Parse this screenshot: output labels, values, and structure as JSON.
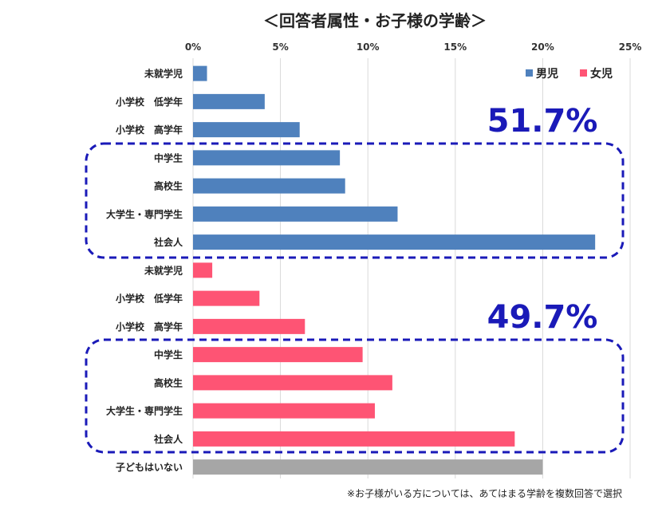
{
  "chart_data": {
    "type": "bar",
    "orientation": "horizontal",
    "title": "＜回答者属性・お子様の学齢＞",
    "xlim": [
      0,
      25
    ],
    "x_ticks": [
      "0%",
      "5%",
      "10%",
      "15%",
      "20%",
      "25%"
    ],
    "grid": true,
    "legend_position": "top-right",
    "series": [
      {
        "name": "男児",
        "color": "#4f81bd",
        "categories": [
          "未就学児",
          "小学校　低学年",
          "小学校　高学年",
          "中学生",
          "高校生",
          "大学生・専門学生",
          "社会人"
        ],
        "values": [
          0.8,
          4.1,
          6.1,
          8.4,
          8.7,
          11.7,
          23.0
        ]
      },
      {
        "name": "女児",
        "color": "#fe5474",
        "categories": [
          "未就学児",
          "小学校　低学年",
          "小学校　高学年",
          "中学生",
          "高校生",
          "大学生・専門学生",
          "社会人"
        ],
        "values": [
          1.1,
          3.8,
          6.4,
          9.7,
          11.4,
          10.4,
          18.4
        ]
      },
      {
        "name": "",
        "color": "#a6a6a6",
        "categories": [
          "子どもはいない"
        ],
        "values": [
          20.0
        ]
      }
    ],
    "annotations": [
      {
        "text": "51.7%",
        "color": "#1a1ab8"
      },
      {
        "text": "49.7%",
        "color": "#1a1ab8"
      }
    ],
    "footnote": "※お子様がいる方については、あてはまる学齢を複数回答で選択"
  }
}
